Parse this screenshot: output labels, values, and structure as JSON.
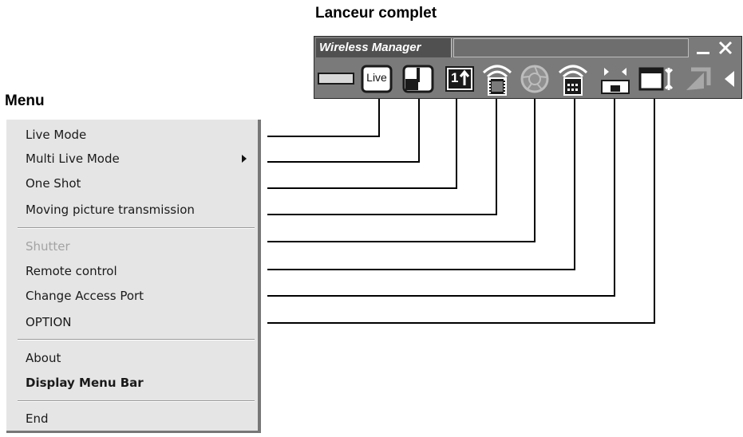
{
  "headings": {
    "launcher": "Lanceur complet",
    "menu": "Menu"
  },
  "toolbar": {
    "title": "Wireless Manager",
    "icons": [
      "bar-icon",
      "live-icon",
      "multi-live-icon",
      "one-shot-icon",
      "moving-picture-icon",
      "shutter-icon",
      "remote-control-icon",
      "change-access-port-icon",
      "option-icon",
      "pointer-icon",
      "collapse-arrow-icon"
    ],
    "live_label": "Live",
    "one_shot_label": "1",
    "colors": {
      "toolbar_bg": "#7a7a7a",
      "title_bg": "#505050",
      "icon_dark": "#1a1a1a",
      "icon_light": "#ffffff"
    }
  },
  "menu": {
    "items": [
      {
        "label": "Live Mode"
      },
      {
        "label": "Multi Live Mode",
        "submenu": true
      },
      {
        "label": "One Shot"
      },
      {
        "label": "Moving picture transmission"
      },
      {
        "label": "Shutter",
        "disabled": true
      },
      {
        "label": "Remote control"
      },
      {
        "label": "Change Access Port"
      },
      {
        "label": "OPTION"
      },
      {
        "label": "About"
      },
      {
        "label": "Display Menu Bar",
        "bold": true
      },
      {
        "label": "End"
      }
    ]
  }
}
